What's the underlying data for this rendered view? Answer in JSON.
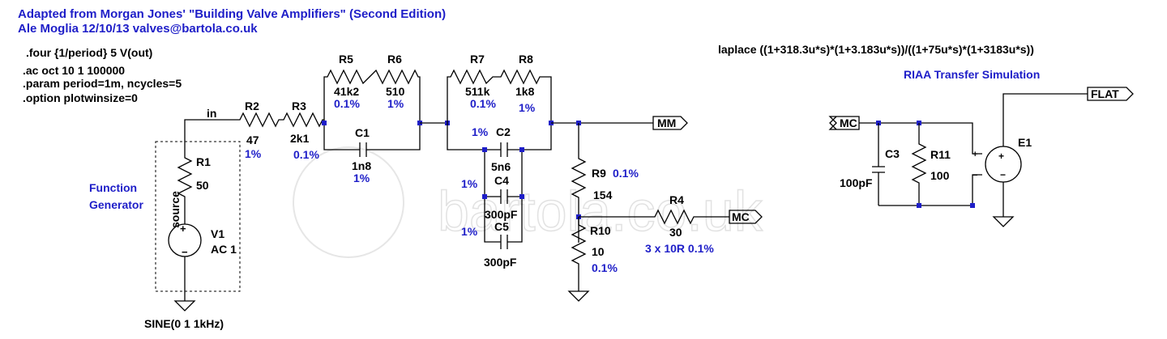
{
  "header": {
    "title": "Adapted from Morgan Jones' \"Building Valve Amplifiers\" (Second Edition)",
    "author_line": "Ale Moglia 12/10/13  valves@bartola.co.uk"
  },
  "directives": [
    ".four {1/period} 5 V(out)",
    ".ac oct 10 1 100000",
    ".param period=1m, ncycles=5",
    ".option plotwinsize=0"
  ],
  "laplace": "laplace ((1+318.3u*s)*(1+3.183u*s))/((1+75u*s)*(1+3183u*s))",
  "riaa_title": "RIAA Transfer Simulation",
  "watermark": "bartola.co.uk",
  "generator": {
    "label_line1": "Function",
    "label_line2": "Generator",
    "source_label": "source",
    "sine": "SINE(0 1 1kHz)",
    "net_in": "in"
  },
  "components": {
    "R1": {
      "name": "R1",
      "value": "50"
    },
    "V1": {
      "name": "V1",
      "value": "AC 1"
    },
    "R2": {
      "name": "R2",
      "value": "47",
      "tol": "1%"
    },
    "R3": {
      "name": "R3",
      "value": "2k1",
      "tol": "0.1%"
    },
    "R5": {
      "name": "R5",
      "value": "41k2",
      "tol": "0.1%"
    },
    "R6": {
      "name": "R6",
      "value": "510",
      "tol": "1%"
    },
    "C1": {
      "name": "C1",
      "value": "1n8",
      "tol": "1%"
    },
    "R7": {
      "name": "R7",
      "value": "511k",
      "tol": "0.1%"
    },
    "R8": {
      "name": "R8",
      "value": "1k8",
      "tol": "1%"
    },
    "C2": {
      "name": "C2",
      "value": "5n6",
      "tol": "1%"
    },
    "C4": {
      "name": "C4",
      "value": "300pF",
      "tol": "1%"
    },
    "C5": {
      "name": "C5",
      "value": "300pF",
      "tol": "1%"
    },
    "R9": {
      "name": "R9",
      "value": "154",
      "tol": "0.1%"
    },
    "R10": {
      "name": "R10",
      "value": "10",
      "tol": "0.1%"
    },
    "R4": {
      "name": "R4",
      "value": "30",
      "note": "3 x 10R 0.1%"
    },
    "C3": {
      "name": "C3",
      "value": "100pF"
    },
    "R11": {
      "name": "R11",
      "value": "100"
    },
    "E1": {
      "name": "E1"
    }
  },
  "nets": {
    "mm": "MM",
    "mc_out": "MC",
    "mc_in": "MC",
    "flat": "FLAT"
  },
  "colors": {
    "wire": "#000000",
    "annotation": "#1e1ec8",
    "watermark": "#e2e2e2"
  }
}
